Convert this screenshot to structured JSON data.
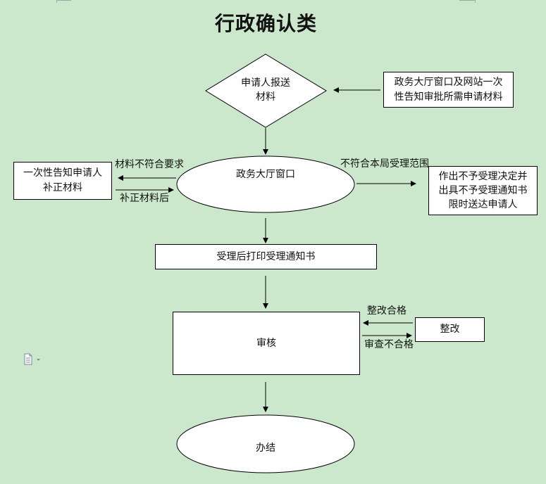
{
  "title": "行政确认类",
  "nodes": {
    "apply": "申请人报送\n材料",
    "window_info": "政务大厅窗口及网站一次\n性告知审批所需申请材料",
    "hall_window": "政务大厅窗口",
    "notify_applicant": "一次性告知申请人\n补正材料",
    "reject_decision": "作出不予受理决定并\n出具不予受理通知书\n限时送达申请人",
    "print_notice": "受理后打印受理通知书",
    "review": "审核",
    "rectify": "整改",
    "finish": "办结"
  },
  "edges": {
    "material_not_ok": "材料不符合要求",
    "after_supplement": "补正材料后",
    "out_of_scope": "不符合本局受理范围",
    "rectify_ok": "整改合格",
    "review_fail": "审查不合格"
  },
  "colors": {
    "background": "#cce8cc",
    "box_fill": "#ffffff",
    "stroke": "#000000"
  }
}
